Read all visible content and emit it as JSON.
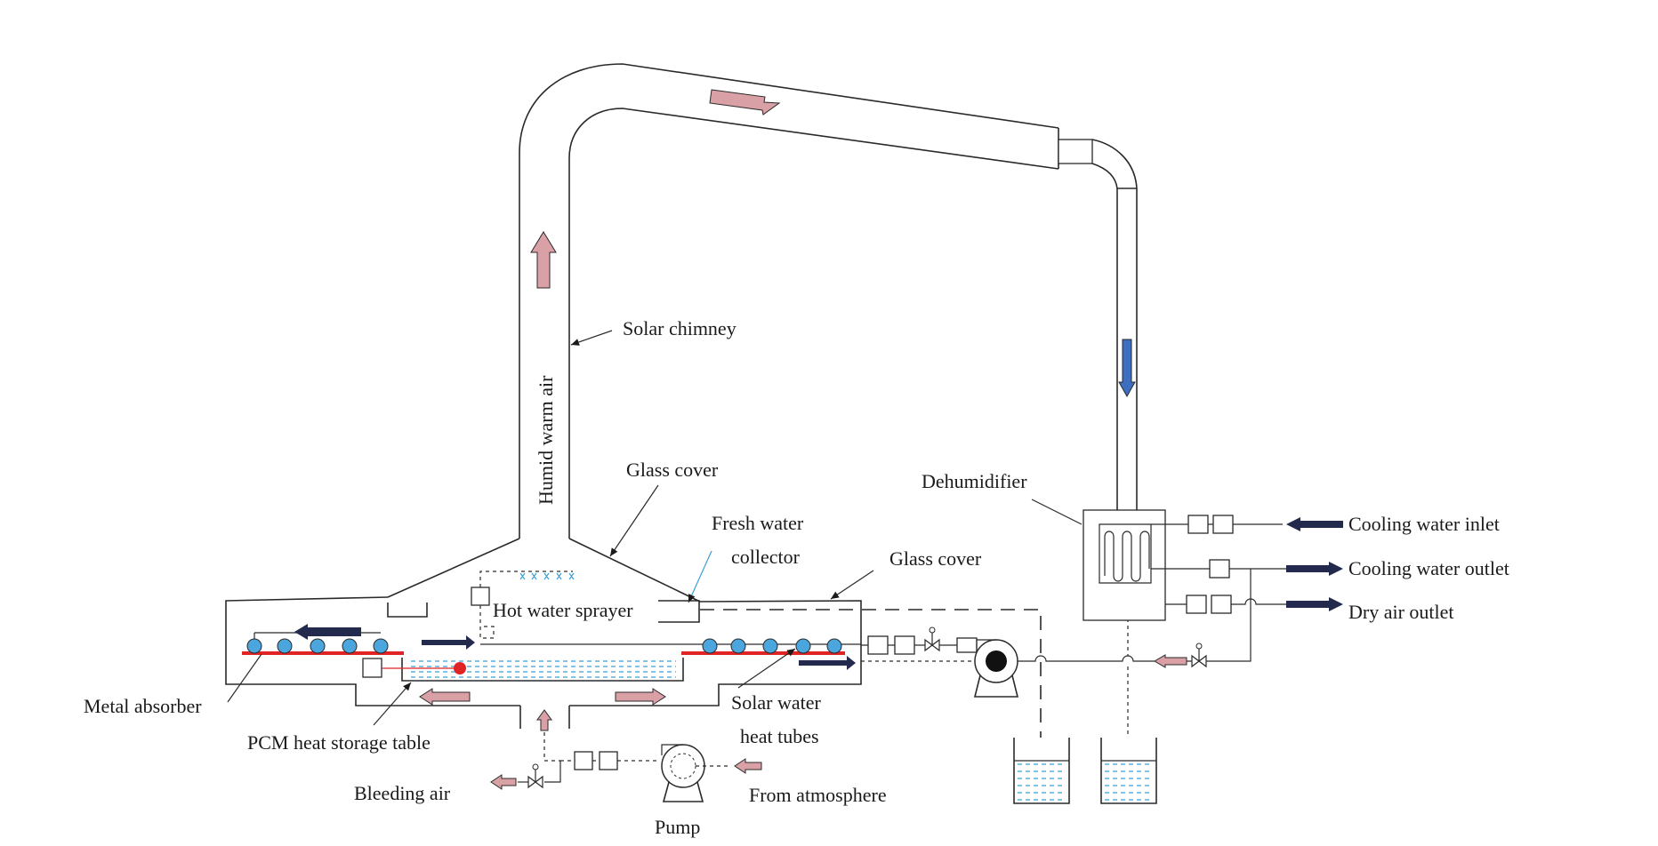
{
  "labels": {
    "solar_chimney": "Solar chimney",
    "humid_warm_air": "Humid warm air",
    "glass_cover_top": "Glass cover",
    "fresh_water_line1": "Fresh water",
    "fresh_water_line2": "collector",
    "glass_cover_right": "Glass cover",
    "dehumidifier": "Dehumidifier",
    "cooling_water_inlet": "Cooling water inlet",
    "cooling_water_outlet": "Cooling water outlet",
    "dry_air_outlet": "Dry air outlet",
    "hot_water_sprayer": "Hot water sprayer",
    "metal_absorber": "Metal absorber",
    "pcm_heat_storage": "PCM heat storage table",
    "solar_tubes_line1": "Solar water",
    "solar_tubes_line2": "heat tubes",
    "bleeding_air": "Bleeding air",
    "from_atmosphere": "From atmosphere",
    "pump": "Pump"
  },
  "colors": {
    "warm_air_arrow": "#d9a0a6",
    "cool_air_arrow": "#3c6fc0",
    "water_flow_arrow": "#232a4e",
    "absorber": "#e02424",
    "heat_tube": "#4aa6dc",
    "water": "#3a9fd6",
    "outline": "#2a2a2a"
  }
}
